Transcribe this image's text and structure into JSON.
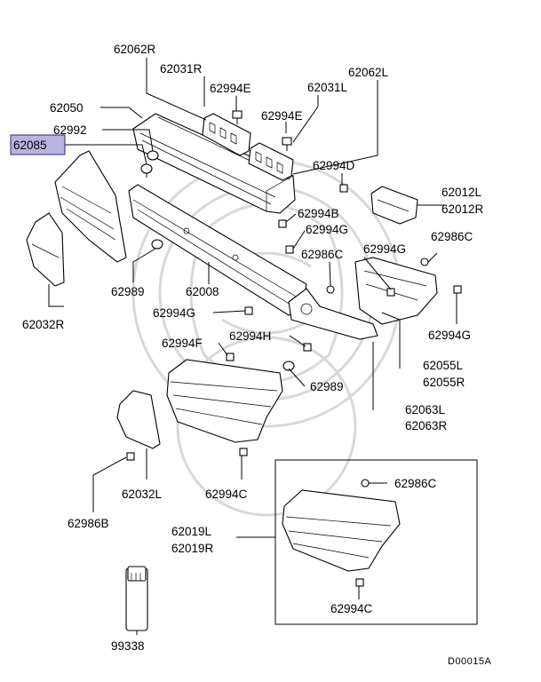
{
  "labels": {
    "p62062R": "62062R",
    "p62031R": "62031R",
    "p62994E_a": "62994E",
    "p62031L": "62031L",
    "p62062L": "62062L",
    "p62050": "62050",
    "p62994E_b": "62994E",
    "p62992": "62992",
    "p62085": "62085",
    "p62994D": "62994D",
    "p62012L": "62012L",
    "p62012R": "62012R",
    "p62994B": "62994B",
    "p62994G_a": "62994G",
    "p62986C_a": "62986C",
    "p62994G_b": "62994G",
    "p62986C_b": "62986C",
    "p62989_a": "62989",
    "p62008": "62008",
    "p62994G_c": "62994G",
    "p62994G_d": "62994G",
    "p62032R": "62032R",
    "p62994F": "62994F",
    "p62994H": "62994H",
    "p62055L": "62055L",
    "p62055R": "62055R",
    "p62989_b": "62989",
    "p62063L": "62063L",
    "p62063R": "62063R",
    "p62986C_c": "62986C",
    "p62032L": "62032L",
    "p62994C_a": "62994C",
    "p62019L": "62019L",
    "p62019R": "62019R",
    "p62986B": "62986B",
    "p62994C_b": "62994C",
    "p99338": "99338",
    "code": "D00015A"
  },
  "highlight": {
    "part": "62085",
    "color": "#b9b3e0"
  }
}
